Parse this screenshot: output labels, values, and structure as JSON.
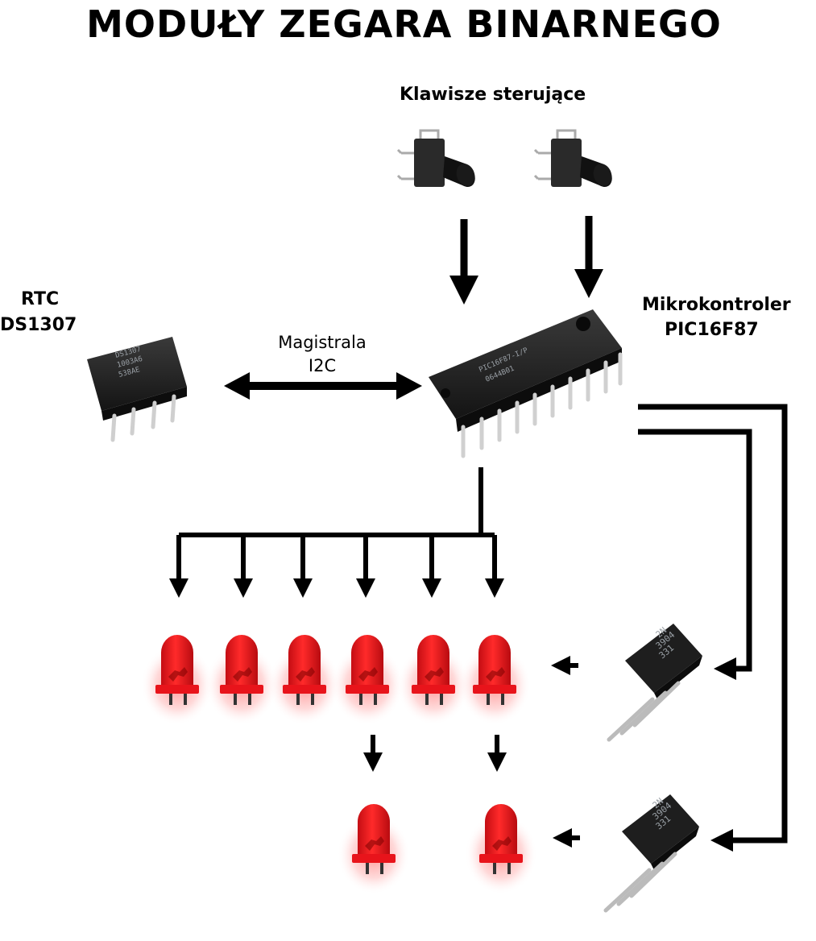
{
  "title": "MODUŁY ZEGARA BINARNEGO",
  "labels": {
    "buttons": "Klawisze sterujące",
    "rtc_line1": "RTC",
    "rtc_line2": "DS1307",
    "mcu_line1": "Mikrokontroler",
    "mcu_line2": "PIC16F87",
    "bus_line1": "Magistrala",
    "bus_line2": "I2C"
  },
  "chip_markings": {
    "rtc": [
      "DS1307",
      "1003A6",
      "538AE"
    ],
    "mcu": [
      "PIC16F87-I/P",
      "0644B01"
    ],
    "transistor": [
      "2N",
      "3904",
      "331"
    ]
  },
  "colors": {
    "led": "#e8141b",
    "led_glow": "#ff4d4d",
    "arrow": "#000000",
    "chip_body": "#1c1c1c",
    "pin": "#c8c8c8"
  },
  "icons": [
    "push-button-icon",
    "rtc-chip-icon",
    "microcontroller-chip-icon",
    "led-icon",
    "transistor-icon"
  ]
}
